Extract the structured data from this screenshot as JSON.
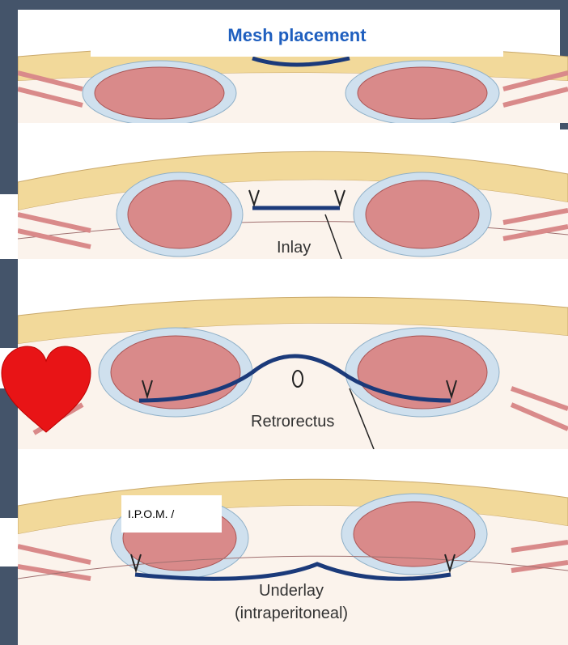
{
  "title": "Mesh placement",
  "panels": [
    {
      "label": ""
    },
    {
      "label": "Inlay"
    },
    {
      "label": "Retrorectus"
    },
    {
      "label_line1": "Underlay",
      "label_line2": "(intraperitoneal)"
    }
  ],
  "overlay_box": {
    "text": "I.P.O.M. /"
  },
  "colors": {
    "frame": "#44546a",
    "title_text": "#1f5fbf",
    "mesh": "#1b3a7a",
    "fat": "#f2d99a",
    "muscle": "#d98a8a",
    "fascia": "#cfe0ee",
    "heart": "#e81416"
  },
  "icons": {
    "heart": "heart-icon"
  }
}
